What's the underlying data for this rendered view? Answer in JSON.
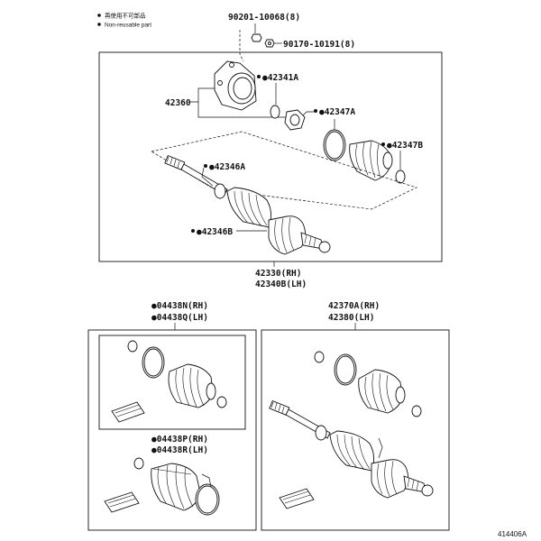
{
  "legend": [
    {
      "marker": "●",
      "text": "再使用不可部品"
    },
    {
      "marker": "●",
      "text": "Non-reusable part"
    }
  ],
  "parts": {
    "bolt": "90201-10068(8)",
    "nut": "90170-10191(8)",
    "snap_ring": "●42341A",
    "bearing_bracket": "42360",
    "inner_nut": "●42347A",
    "boot_band_outer": "●42347B",
    "shaft_ring": "●42346A",
    "boot_band_inner": "●42346B",
    "assy_rh": "42330(RH)",
    "assy_lh": "42340B(LH)",
    "kit1_rh": "●04438N(RH)",
    "kit1_lh": "●04438Q(LH)",
    "kit2_rh": "●04438P(RH)",
    "kit2_lh": "●04438R(LH)",
    "assy2_rh": "42370A(RH)",
    "assy2_lh": "42380(LH)"
  },
  "figure_id": "414406A"
}
